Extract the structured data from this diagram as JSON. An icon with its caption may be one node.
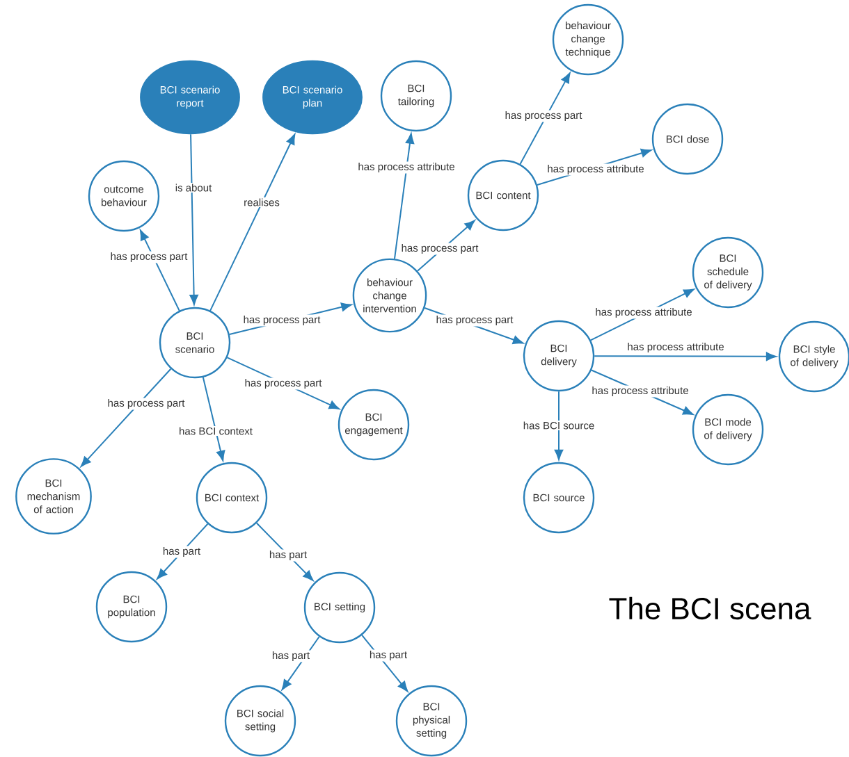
{
  "diagram": {
    "nodes": [
      {
        "text": [
          "BCI scenario report"
        ]
      },
      {
        "text": [
          "BCI scenario plan"
        ]
      },
      {
        "text": [
          "outcome behaviour"
        ]
      },
      {
        "text": [
          "BCI tailoring"
        ]
      },
      {
        "text": [
          "behaviour change technique"
        ]
      },
      {
        "text": [
          "BCI content"
        ]
      },
      {
        "text": [
          "BCI dose"
        ]
      },
      {
        "text": [
          "BCI schedule of delivery"
        ]
      },
      {
        "text": [
          "behaviour change intervention"
        ]
      },
      {
        "text": [
          "BCI scenario"
        ]
      },
      {
        "text": [
          "BCI delivery"
        ]
      },
      {
        "text": [
          "BCI style of delivery"
        ]
      },
      {
        "text": [
          "BCI engagement"
        ]
      },
      {
        "text": [
          "BCI mode of delivery"
        ]
      },
      {
        "text": [
          "BCI mechanism of action"
        ]
      },
      {
        "text": [
          "BCI context"
        ]
      },
      {
        "text": [
          "BCI source"
        ]
      },
      {
        "text": [
          "BCI population"
        ]
      },
      {
        "text": [
          "BCI setting"
        ]
      },
      {
        "text": [
          "BCI social setting"
        ]
      },
      {
        "text": [
          "BCI physical setting"
        ]
      }
    ],
    "edges": [
      {
        "from": 0,
        "to": 9,
        "arrow": "to",
        "label": "is about"
      },
      {
        "from": 9,
        "to": 1,
        "arrow": "to",
        "label": "realises"
      },
      {
        "from": 9,
        "to": 2,
        "arrow": "to",
        "label": "has process part"
      },
      {
        "from": 9,
        "to": 8,
        "arrow": "to",
        "label": "has process part"
      },
      {
        "from": 9,
        "to": 12,
        "arrow": "to",
        "label": "has process part"
      },
      {
        "from": 9,
        "to": 14,
        "arrow": "to",
        "label": "has process part"
      },
      {
        "from": 9,
        "to": 15,
        "arrow": "to",
        "label": "has BCI context"
      },
      {
        "from": 8,
        "to": 3,
        "arrow": "to",
        "label": "has process attribute"
      },
      {
        "from": 8,
        "to": 5,
        "arrow": "to",
        "label": "has process part"
      },
      {
        "from": 8,
        "to": 10,
        "arrow": "to",
        "label": "has process part"
      },
      {
        "from": 5,
        "to": 4,
        "arrow": "to",
        "label": "has process part"
      },
      {
        "from": 5,
        "to": 6,
        "arrow": "to",
        "label": "has process attribute"
      },
      {
        "from": 10,
        "to": 7,
        "arrow": "to",
        "label": "has process attribute"
      },
      {
        "from": 10,
        "to": 11,
        "arrow": "to",
        "label": "has process attribute"
      },
      {
        "from": 10,
        "to": 13,
        "arrow": "to",
        "label": "has process attribute"
      },
      {
        "from": 10,
        "to": 16,
        "arrow": "to",
        "label": "has BCI source"
      },
      {
        "from": 15,
        "to": 17,
        "arrow": "to",
        "label": "has part"
      },
      {
        "from": 15,
        "to": 18,
        "arrow": "to",
        "label": "has part"
      },
      {
        "from": 18,
        "to": 19,
        "arrow": "to",
        "label": "has part"
      },
      {
        "from": 18,
        "to": 20,
        "arrow": "to",
        "label": "has part"
      }
    ],
    "labels": [
      "The BCI scena"
    ]
  }
}
